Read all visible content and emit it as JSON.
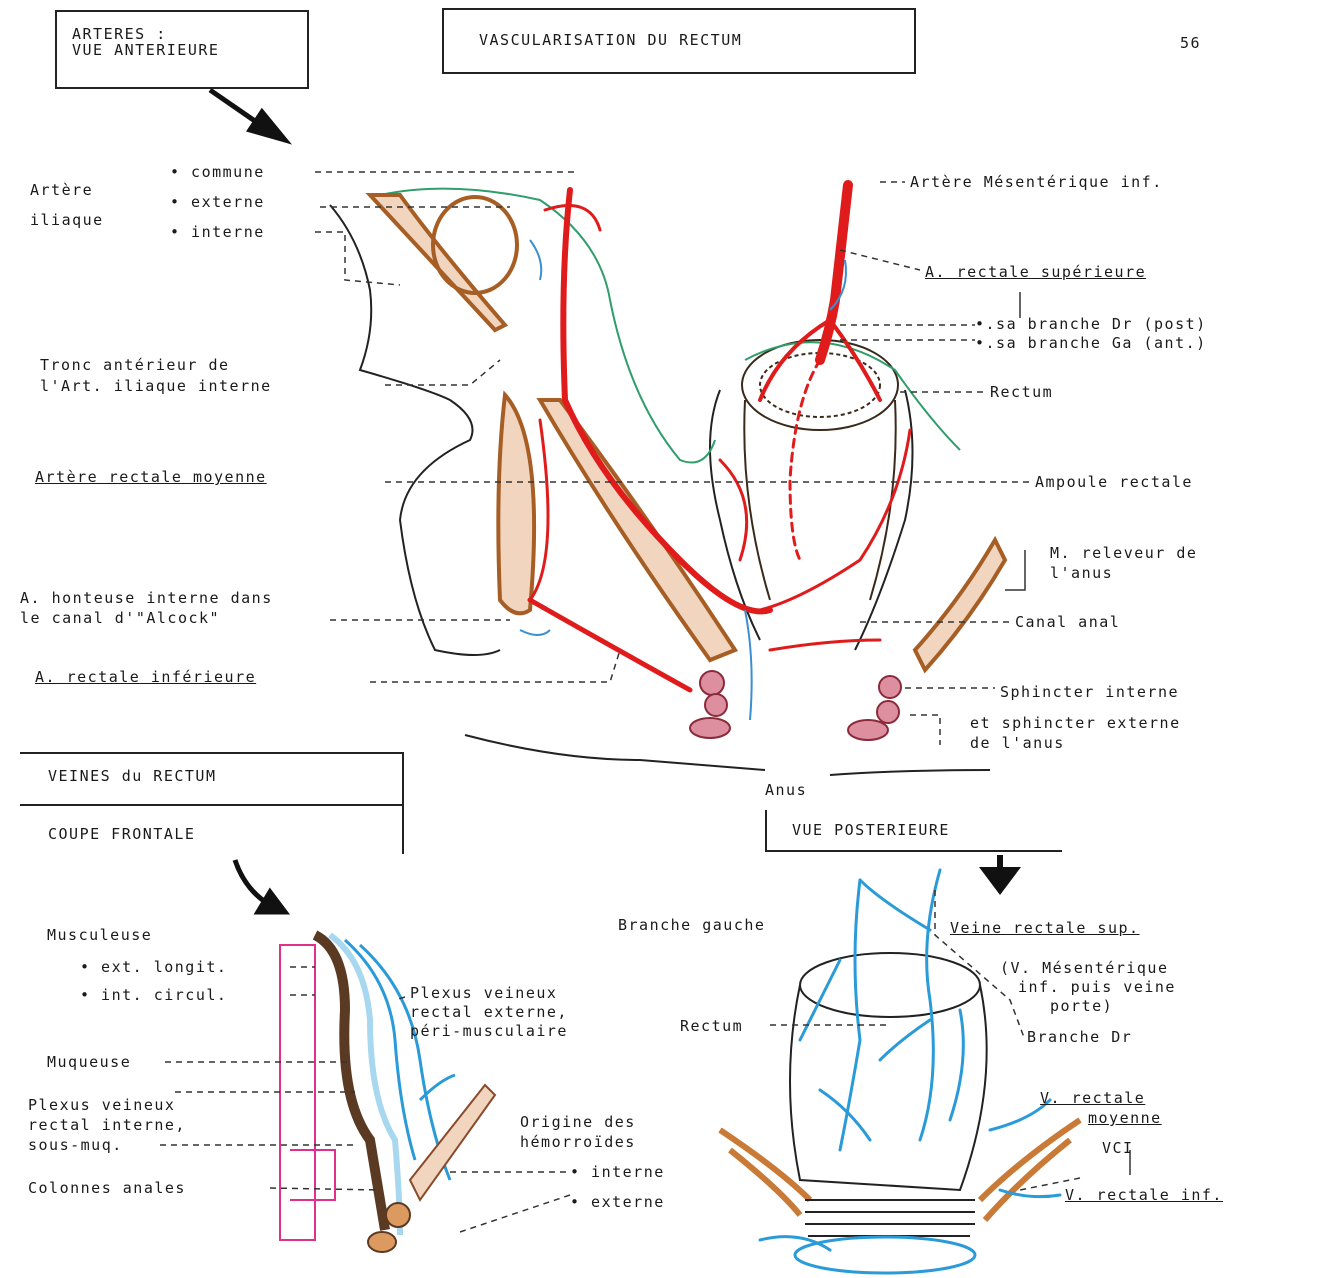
{
  "page_number": "56",
  "title": "VASCULARISATION DU RECTUM",
  "colors": {
    "artery": "#e01b1b",
    "vein": "#2a9bd8",
    "muscle": "#c87a36",
    "ink": "#222222",
    "mucosa": "#e0308a",
    "green": "#2f9e6b"
  },
  "arteries": {
    "header_line1": "ARTERES :",
    "header_line2": "VUE ANTERIEURE",
    "iliac_label": "Artère",
    "iliac_label2": "iliaque",
    "commune": "• commune",
    "externe": "• externe",
    "interne": "• interne",
    "tronc1": "Tronc antérieur de",
    "tronc2": "l'Art. iliaque interne",
    "rectale_moyenne": "Artère rectale moyenne",
    "honteuse1": "A. honteuse interne dans",
    "honteuse2": "le canal d'\"Alcock\"",
    "rectale_inf": "A. rectale inférieure",
    "mesenterique": "Artère Mésentérique inf.",
    "rectale_sup": "A. rectale supérieure",
    "branche_dr": "•.sa branche Dr (post)",
    "branche_ga": "•.sa branche Ga (ant.)",
    "rectum": "Rectum",
    "ampoule": "Ampoule rectale",
    "releveur1": "M. releveur de",
    "releveur2": "l'anus",
    "canal": "Canal anal",
    "sphincter1": "Sphincter interne",
    "sphincter2": "et sphincter externe",
    "sphincter3": "de l'anus",
    "anus": "Anus"
  },
  "veins": {
    "header_line1": "VEINES du RECTUM",
    "header_line2": "COUPE FRONTALE",
    "musculeuse": "Musculeuse",
    "ext_longit": "• ext. longit.",
    "int_circul": "• int. circul.",
    "plexus_ext1": "Plexus veineux",
    "plexus_ext2": "rectal externe,",
    "plexus_ext3": "péri-musculaire",
    "muqueuse": "Muqueuse",
    "plexus_int1": "Plexus veineux",
    "plexus_int2": "rectal interne,",
    "plexus_int3": "sous-muq.",
    "colonnes": "Colonnes anales",
    "origine1": "Origine des",
    "origine2": "hémorroïdes",
    "h_interne": "• interne",
    "h_externe": "• externe"
  },
  "posterior": {
    "header": "VUE POSTERIEURE",
    "branche_gauche": "Branche gauche",
    "veine_sup": "Veine rectale sup.",
    "mesent1": "(V. Mésentérique",
    "mesent2": "inf. puis veine",
    "mesent3": "porte)",
    "rectum": "Rectum",
    "branche_dr": "Branche Dr",
    "v_moyenne1": "V. rectale",
    "v_moyenne2": "moyenne",
    "vci": "VCI",
    "v_inf": "V. rectale inf."
  }
}
